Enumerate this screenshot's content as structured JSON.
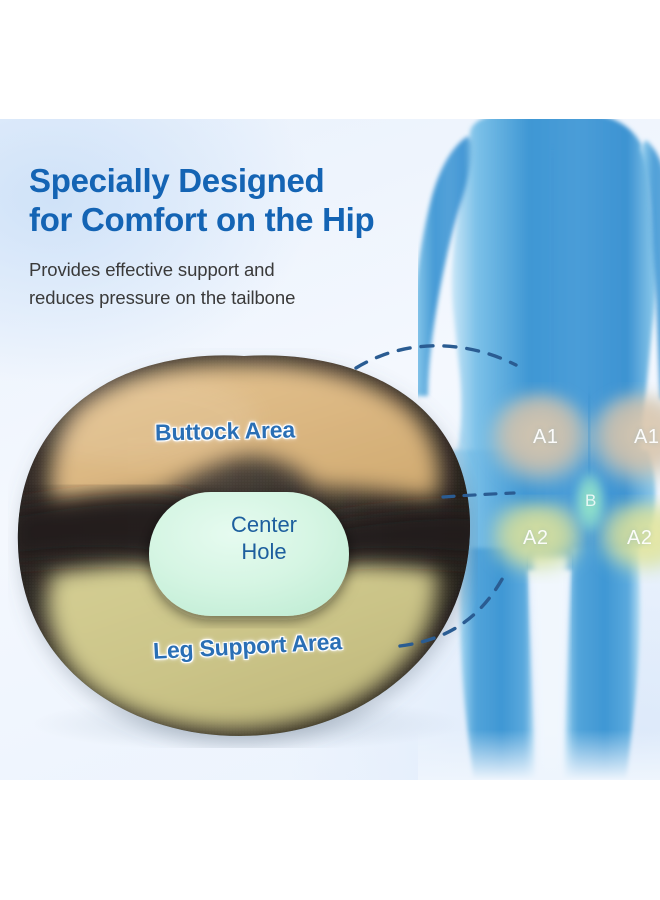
{
  "page": {
    "background_color": "#ffffff",
    "band_color": "#eaf2fd",
    "accent_color": "#1464b4"
  },
  "headline": {
    "line1": "Specially Designed",
    "line2": "for Comfort on the Hip",
    "color": "#1464b4"
  },
  "subheadline": {
    "line1": "Provides effective support and",
    "line2": "reduces pressure on the tailbone",
    "color": "#3a3a3a"
  },
  "cushion": {
    "labels": {
      "buttock_area": "Buttock Area",
      "leg_support_area": "Leg Support Area",
      "center_hole_line1": "Center",
      "center_hole_line2": "Hole"
    },
    "colors": {
      "shell": "#2b2724",
      "buttock_zone": "#dcb883",
      "leg_zone": "#cbc488",
      "center_hole": "#d5f5e3",
      "label_text": "#2a6fb5",
      "center_text": "#1d5f9e"
    }
  },
  "body_map": {
    "labels": {
      "buttock_left": "A1",
      "buttock_right": "A1",
      "thigh_left": "A2",
      "thigh_right": "A2",
      "tailbone": "B"
    },
    "colors": {
      "body": "#4a9dd8",
      "zone_a1": "#d8c4aa",
      "zone_a2": "#e2e29a",
      "zone_b": "#96edc2",
      "label_text": "#ffffff"
    }
  },
  "connectors": {
    "color": "#2a5c92",
    "style": "dashed",
    "count": 2
  }
}
